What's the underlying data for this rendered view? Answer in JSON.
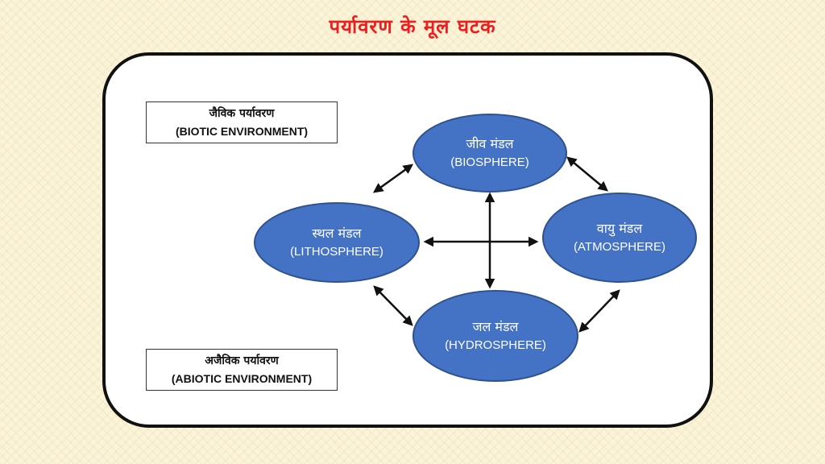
{
  "title": "पर्यावरण के मूल घटक",
  "labels": {
    "biotic": {
      "hi": "जैविक पर्यावरण",
      "en": "(BIOTIC ENVIRONMENT)"
    },
    "abiotic": {
      "hi": "अजैविक पर्यावरण",
      "en": "(ABIOTIC ENVIRONMENT)"
    }
  },
  "nodes": {
    "biosphere": {
      "hi": "जीव मंडल",
      "en": "(BIOSPHERE)"
    },
    "lithosphere": {
      "hi": "स्थल मंडल",
      "en": "(LITHOSPHERE)"
    },
    "atmosphere": {
      "hi": "वायु मंडल",
      "en": "(ATMOSPHERE)"
    },
    "hydrosphere": {
      "hi": "जल मंडल",
      "en": "(HYDROSPHERE)"
    }
  },
  "colors": {
    "title": "#ee1c1c",
    "node_fill": "#4472c4",
    "node_border": "#2f528f",
    "arrow": "#111111"
  }
}
